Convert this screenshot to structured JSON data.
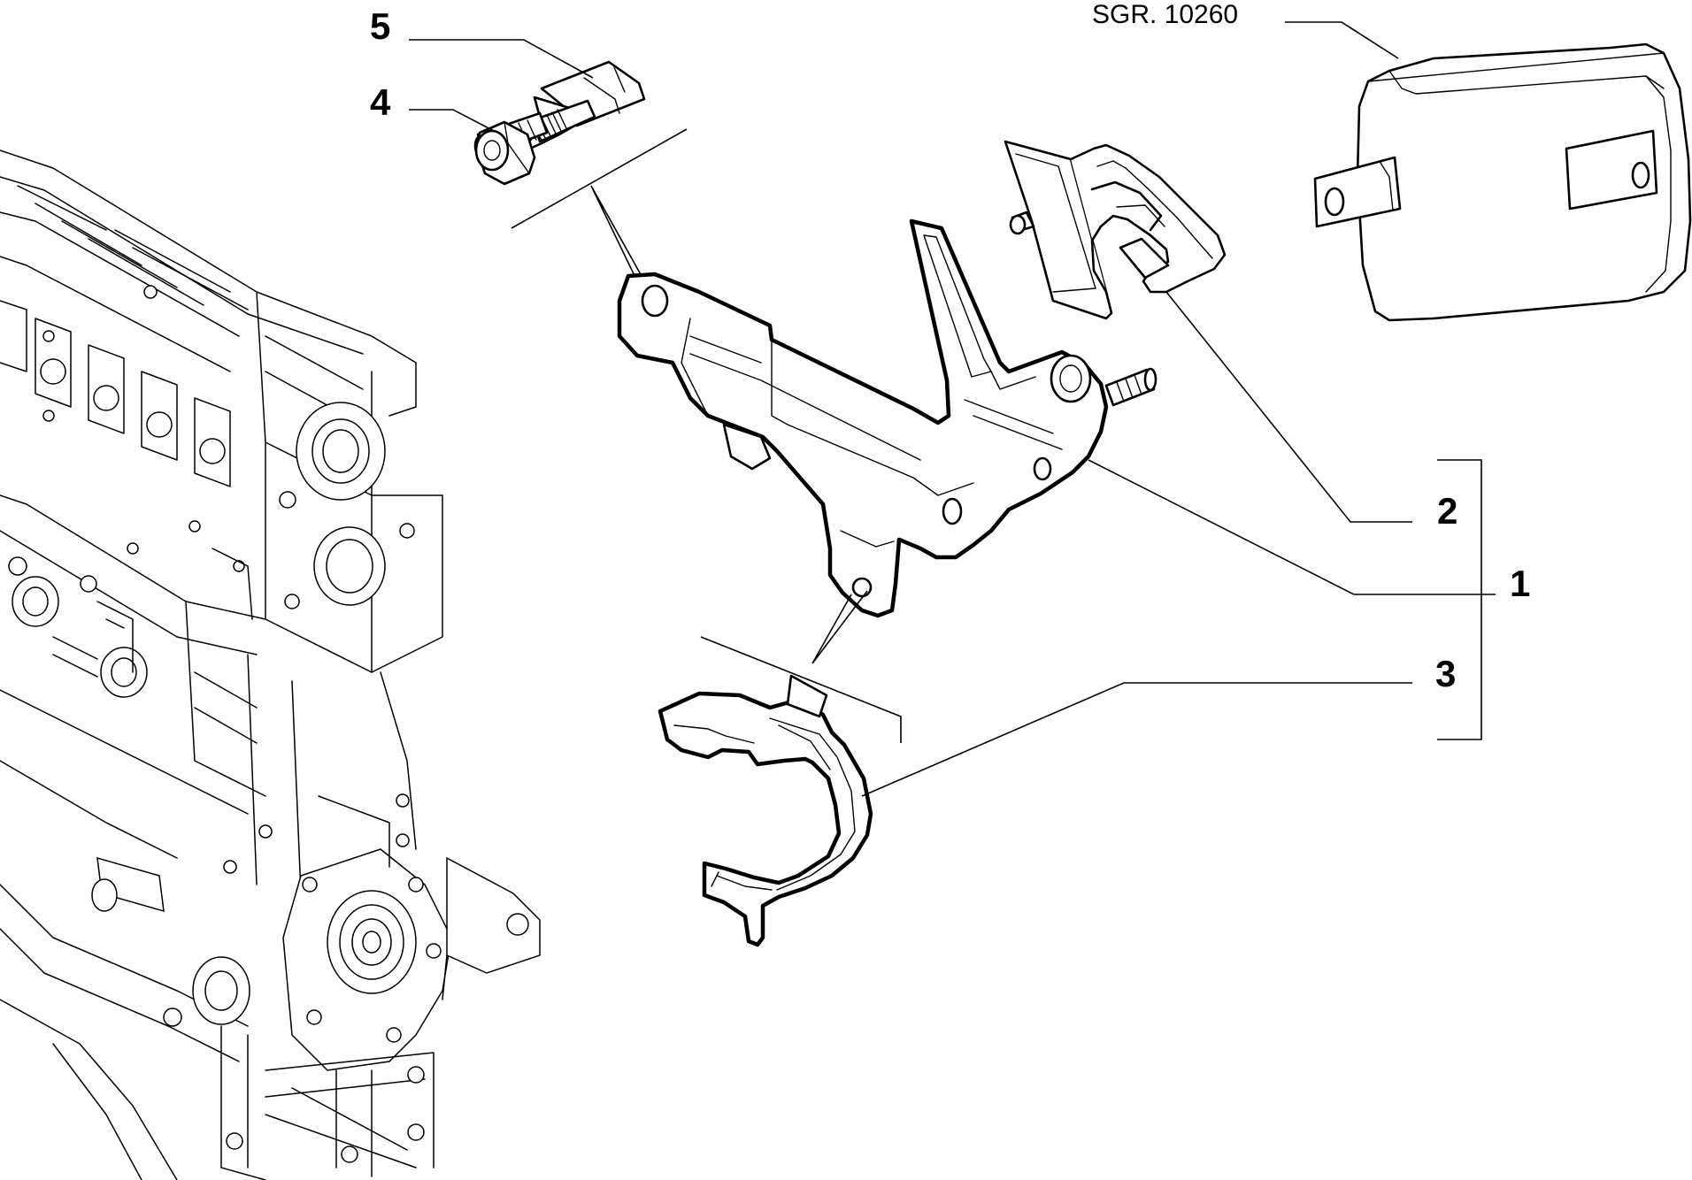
{
  "diagram": {
    "reference_label": "SGR. 10260",
    "callouts": [
      {
        "id": "part-5",
        "label": "5"
      },
      {
        "id": "part-4",
        "label": "4"
      },
      {
        "id": "part-2",
        "label": "2"
      },
      {
        "id": "part-1",
        "label": "1"
      },
      {
        "id": "part-3",
        "label": "3"
      }
    ]
  }
}
